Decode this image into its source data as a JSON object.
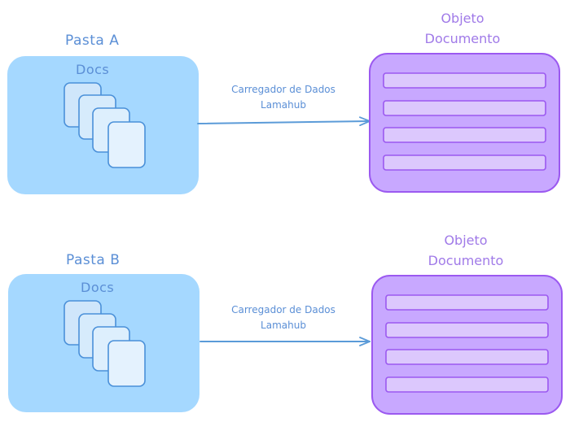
{
  "colors": {
    "folder_fill": "#a5d8ff",
    "folder_text": "#5b8fd6",
    "doc_stroke": "#4a90d9",
    "document_fill": "#c8a8ff",
    "document_stroke": "#9b59f0",
    "arrow": "#5b9bd8"
  },
  "rows": [
    {
      "folder_label": "Pasta A",
      "docs_label": "Docs",
      "loader_line1": "Carregador de Dados",
      "loader_line2": "Lamahub",
      "object_line1": "Objeto",
      "object_line2": "Documento"
    },
    {
      "folder_label": "Pasta B",
      "docs_label": "Docs",
      "loader_line1": "Carregador de Dados",
      "loader_line2": "Lamahub",
      "object_line1": "Objeto",
      "object_line2": "Documento"
    }
  ]
}
